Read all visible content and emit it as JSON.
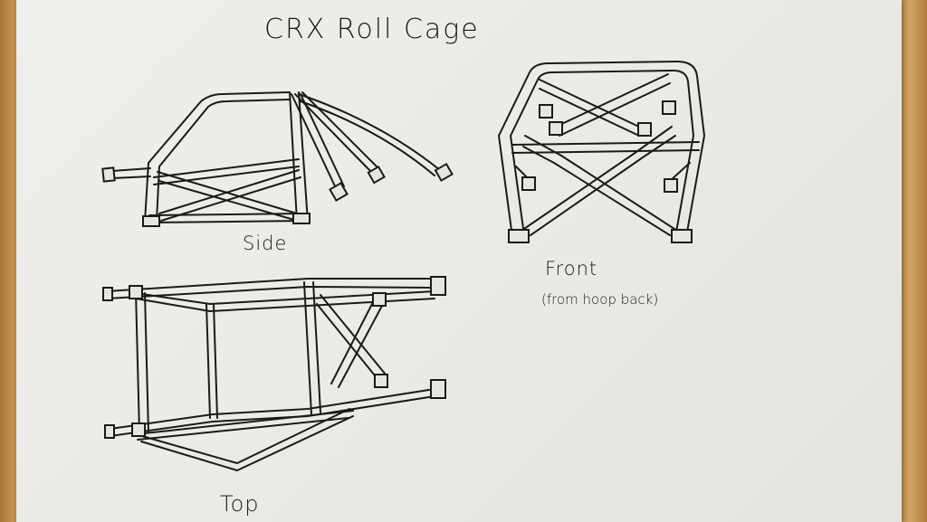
{
  "title": "CRX Roll Cage",
  "views": {
    "side": "Side",
    "front": "Front",
    "front_note": "(from hoop back)",
    "top": "Top"
  }
}
